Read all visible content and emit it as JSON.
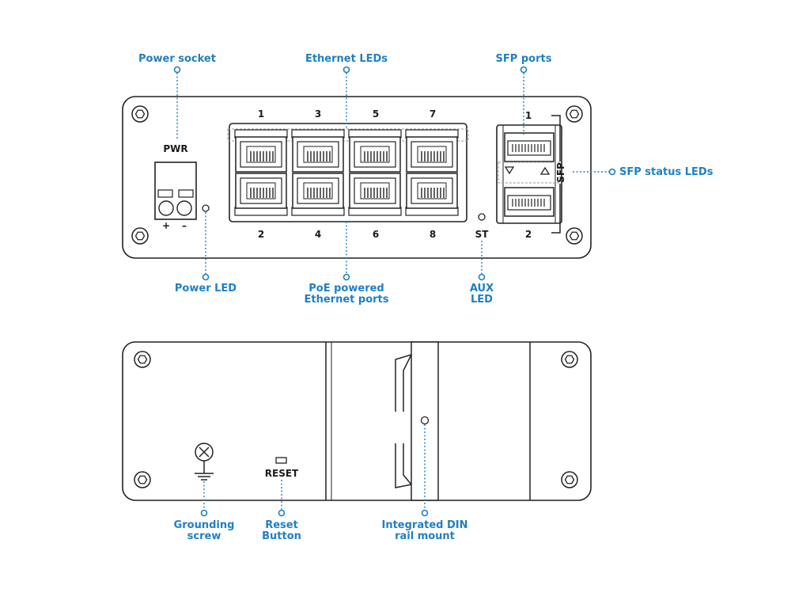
{
  "callouts": {
    "power_socket": "Power socket",
    "ethernet_leds": "Ethernet LEDs",
    "sfp_ports": "SFP ports",
    "sfp_status_leds": "SFP status LEDs",
    "power_led": "Power LED",
    "poe_line1": "PoE powered",
    "poe_line2": "Ethernet ports",
    "aux_line1": "AUX",
    "aux_line2": "LED",
    "grounding_line1": "Grounding",
    "grounding_line2": "screw",
    "reset_line1": "Reset",
    "reset_line2": "Button",
    "din_line1": "Integrated DIN",
    "din_line2": "rail mount"
  },
  "front_panel": {
    "pwr_label": "PWR",
    "plus": "+",
    "minus": "–",
    "top_port_numbers": [
      "1",
      "3",
      "5",
      "7"
    ],
    "bottom_port_numbers": [
      "2",
      "4",
      "6",
      "8"
    ],
    "st_label": "ST",
    "sfp_label": "SFP",
    "sfp_top_number": "1",
    "sfp_bottom_number": "2"
  },
  "back_panel": {
    "reset_label": "RESET"
  },
  "colors": {
    "callout": "#1f7fc4",
    "outline": "#222222"
  }
}
